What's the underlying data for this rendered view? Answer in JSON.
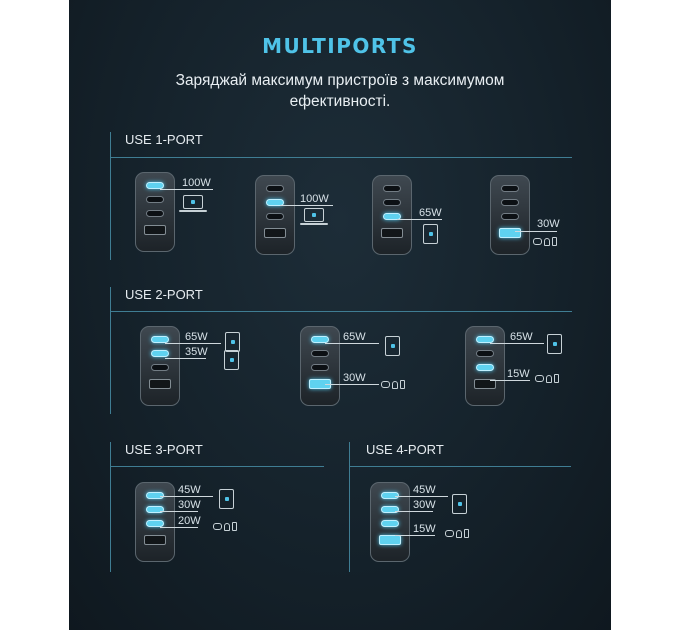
{
  "title": "MULTIPORTS",
  "subtitle": "Заряджай максимум пристроїв з максимумом ефективності.",
  "sections": {
    "one_port": {
      "label": "USE 1-PORT",
      "outputs": [
        "100W",
        "100W",
        "65W",
        "30W"
      ]
    },
    "two_port": {
      "label": "USE 2-PORT",
      "outputs": [
        "65W",
        "35W",
        "65W",
        "30W",
        "65W",
        "15W"
      ]
    },
    "three_port": {
      "label": "USE 3-PORT",
      "outputs": [
        "45W",
        "30W",
        "20W"
      ]
    },
    "four_port": {
      "label": "USE 4-PORT",
      "outputs": [
        "45W",
        "30W",
        "15W"
      ]
    }
  },
  "colors": {
    "accent": "#4fc3e8",
    "background": "#15222b",
    "line": "#3f7d93"
  }
}
